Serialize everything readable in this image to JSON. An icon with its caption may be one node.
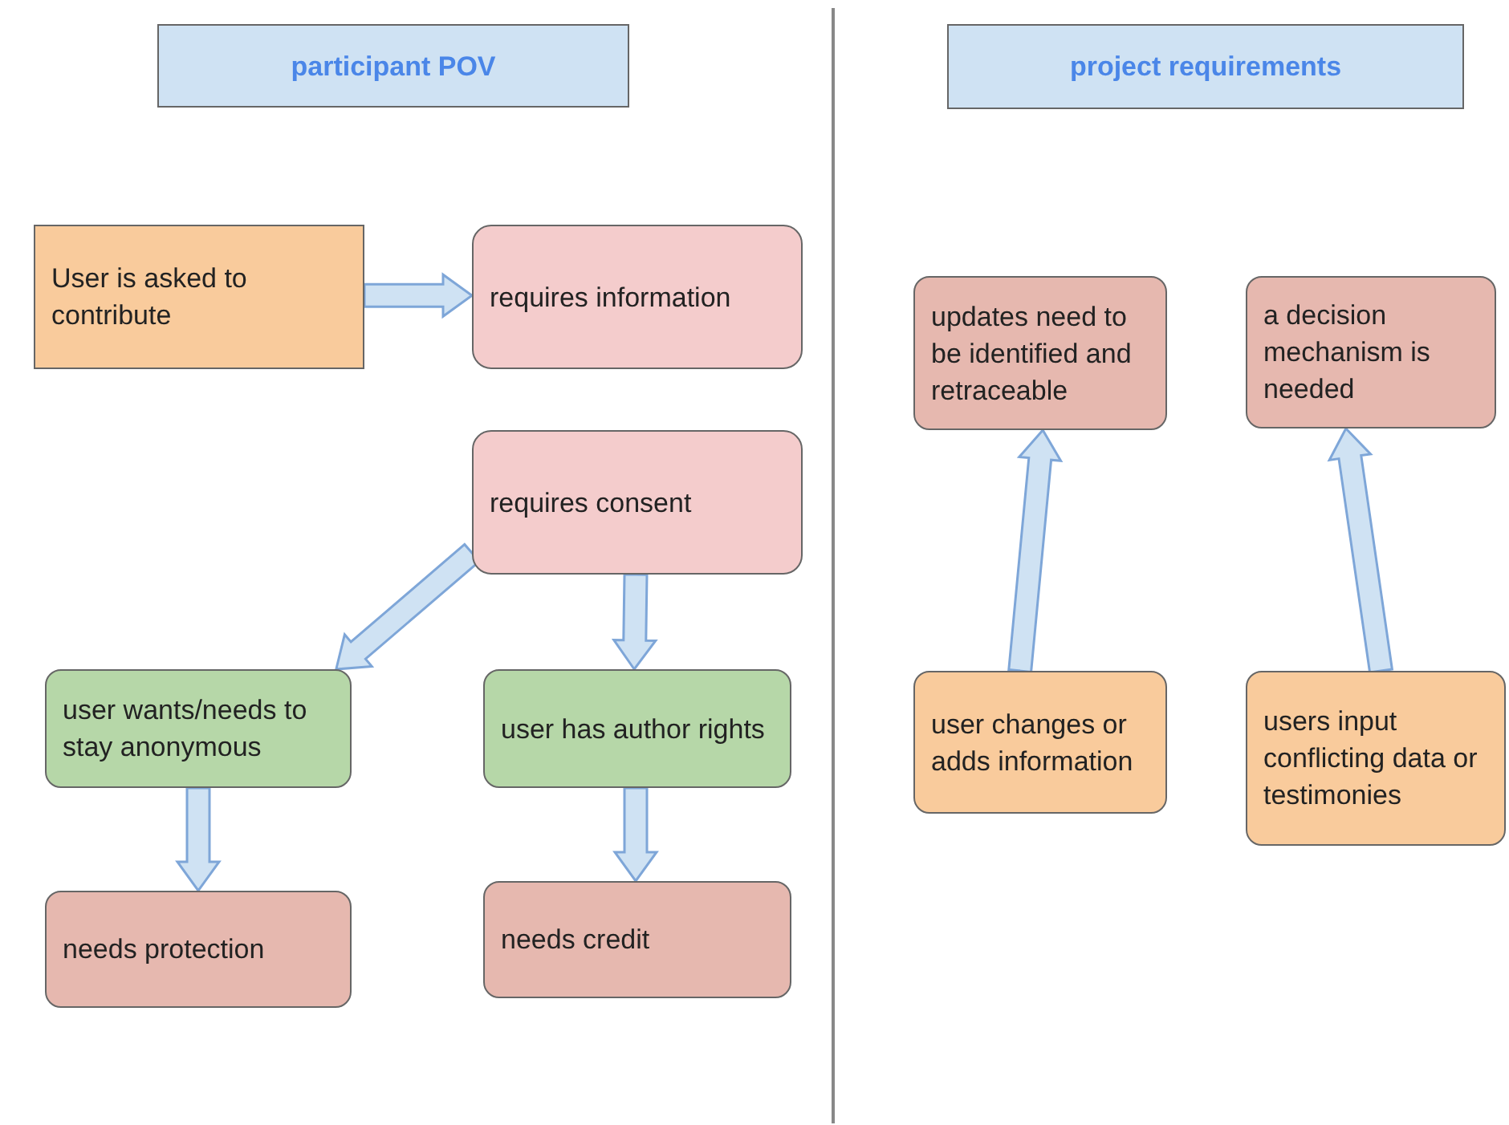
{
  "diagram": {
    "nodes": [
      {
        "text": [
          "participant POV"
        ]
      },
      {
        "text": [
          "project requirements"
        ]
      },
      {
        "text": [
          "User is asked to contribute"
        ]
      },
      {
        "text": [
          "requires information"
        ]
      },
      {
        "text": [
          "requires consent"
        ]
      },
      {
        "text": [
          "user wants/needs to stay anonymous"
        ]
      },
      {
        "text": [
          "user has author rights"
        ]
      },
      {
        "text": [
          "needs protection"
        ]
      },
      {
        "text": [
          "needs credit"
        ]
      },
      {
        "text": [
          "updates need to be identified and retraceable"
        ]
      },
      {
        "text": [
          "a decision mechanism is needed"
        ]
      },
      {
        "text": [
          "user changes or adds information"
        ]
      },
      {
        "text": [
          "users input conflicting data or testimonies"
        ]
      }
    ],
    "edges": [
      {
        "from": 2,
        "to": 3,
        "arrow": "to"
      },
      {
        "from": 4,
        "to": 5,
        "arrow": "to"
      },
      {
        "from": 4,
        "to": 6,
        "arrow": "to"
      },
      {
        "from": 5,
        "to": 7,
        "arrow": "to"
      },
      {
        "from": 6,
        "to": 8,
        "arrow": "to"
      },
      {
        "from": 11,
        "to": 9,
        "arrow": "to"
      },
      {
        "from": 12,
        "to": 10,
        "arrow": "to"
      }
    ]
  }
}
